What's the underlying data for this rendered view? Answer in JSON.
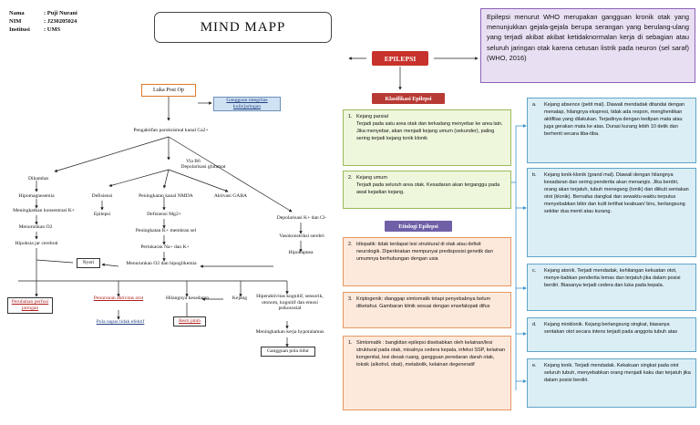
{
  "meta": {
    "name_label": "Nama",
    "name_value": ": Puji Nurani",
    "nim_label": "NIM",
    "nim_value": ": J230205024",
    "inst_label": "Institusi",
    "inst_value": ": UMS"
  },
  "title": "MIND MAPP",
  "definition": "Epilepsi menurut WHO merupakan gangguan kronik otak yang menunjukkan gejala-gejala berupa serangan yang berulang-ulang yang terjadi akibat akibat ketidaknormalan kerja di sebagian atau seluruh jaringan otak karena cetusan listrik pada neuron (sel saraf) (WHO, 2016)",
  "center_label": "EPILEPSI",
  "flow": {
    "luka": "Luka Post Op",
    "gangguan": "Gangguan integritas kulit/jaringan",
    "pengaktifan": "Pengaktifan paroksismal kanal Ca2+",
    "via": "Via B6",
    "depol_glut": "Depolarisasi glutamat",
    "aktivasi_gaba": "Aktivasi GABA",
    "dihambat": "Dihambat",
    "hipomag": "Hipomagnesemia",
    "meningkat_k": "Meningkatkan konsentrasi K+",
    "menurunkan_o2": "Menurunkan O2",
    "hipoksia": "Hipoksia jar cerebral",
    "defisiensi": "Defisiensi",
    "epilepsi_small": "Epilepsi",
    "peningkatan_nmda": "Peningkatan kanal NMDA",
    "defisiensi_mg": "Defisiensi Mg2+",
    "peningkatan_k_membran": "Peningkatan K+ membran sel",
    "pertukaran": "Pertukaran Na+ dan K+",
    "menurunkan_o2_hipo": "Menurunkan O2 dan hipoglikemia",
    "nyeri": "Nyeri",
    "depol_kcl": "Depolarisasi K+ dan Cl-",
    "vasokonstriksi": "Vasokonstriksi serebri",
    "hipokapnea": "Hipokapnea",
    "perubahan": "Perubahan perfusi jaringan",
    "penurunan": "Penurunan aktivitas otot",
    "hilangnya": "Hilangnya kesadaran",
    "kejang": "Kejang",
    "pola_napas": "Pola napas tidak efektif",
    "resti": "Resti jatuh",
    "hiperaktivitas": "Hiperaktivitas kognitif, sensorik, otonom, kognitif dan emosi psikososial",
    "meningkatkan_kerja": "Meningkatkan kerja hypotalamus",
    "gangguan_pola": "Gangguan pola tidur"
  },
  "klasifikasi": {
    "header": "Klasifikasi Epilepsi",
    "items": [
      {
        "n": "1.",
        "title": "Kejang parsial",
        "text": "Terjadi pada satu area otak dan terkadang menyebar ke area lain. Jika menyebar, akan menjadi kejang umum (sekunder), paling sering terjadi kejang tonik klonik"
      },
      {
        "n": "2.",
        "title": "Kejang umum",
        "text": "Terjadi pada seluruh area otak. Kesadaran akan terganggu pada awal kejadian kejang."
      }
    ]
  },
  "etiologi": {
    "header": "Etiologi Epilepsi",
    "items": [
      {
        "n": "2.",
        "text": "Idiopatik: tidak terdapat lesi struktural di otak atau defisit neurologik. Diperkirakan mempunyai predisposisi genetik dan umumnya berhubungan dengan usia"
      },
      {
        "n": "3.",
        "text": "Kriptogenik: dianggap simtomatik tetapi penyebabnya belum diketahui. Gambaran klinik sesuai dengan ensefalopati difus"
      },
      {
        "n": "1.",
        "text": "Simtomatik : bangkitan epilepsi disebabkan oleh kelainan/lesi struktural pada otak, misalnya cedera kepala, infeksi SSP, kelainan kongenital, lesi desak ruang, gangguan peredaran darah otak, toksik (alkohol, obat), metabolik, kelainan degeneratif"
      }
    ]
  },
  "types": [
    {
      "n": "a.",
      "text": "Kejang absence (petit mal). Diawali mendadak ditandai dengan menatap, hilangnya ekspresi, tidak ada respon, menghentikan aktifitas yang dilakukan. Terjadinya dengan kedipan mata atau juga gerakan mata ke atas. Durasi kurang lebih 10 detik dan berhenti secara tiba-tiba."
    },
    {
      "n": "b.",
      "text": "Kejang tonik-klonik (grand mal). Diawali dengan hilangnya kesadaran dan sering penderita akan menangis. Jika berdiri, orang akan terjatuh, tubuh menegang (tonik) dan diikuti sentakan otot (klonik). Bernafas dangkal dan sewaktu-waktu terputus menyebabkan bibir dan kulit terlihat keabuan/ biru, berlangsung sekitar dua menit atau kurang."
    },
    {
      "n": "c.",
      "text": "Kejang atonik. Terjadi mendadak, kehilangan kekuatan otot, menye-babkan penderita lemas dan terjatuh jika dalam posisi berdiri. Biasanya terjadi cedera dan luka pada kepala."
    },
    {
      "n": "d.",
      "text": "Kejang mioklonik. Kejang berlangsung singkat, biasanya sentakan otot secara intens terjadi pada anggota tubuh atas"
    },
    {
      "n": "e.",
      "text": "Kejang tonik. Terjadi mendadak. Kekakuan singkat pada otot seluruh tubuh, menyebabkan orang menjadi kaku dan terjatuh jika dalam posisi berdiri."
    }
  ]
}
